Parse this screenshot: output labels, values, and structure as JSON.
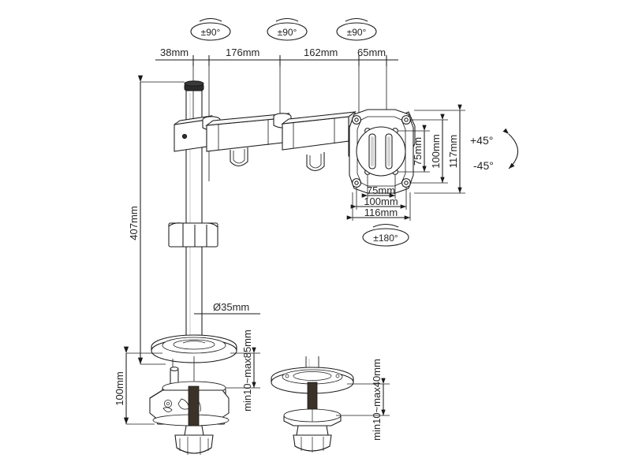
{
  "drawing": {
    "title": "Monitor Arm Mount Dimension Drawing",
    "background_color": "#ffffff",
    "line_color": "#1a1a1a",
    "units": "mm"
  },
  "top_dimensions": {
    "labels": [
      {
        "id": "d38",
        "text": "38mm"
      },
      {
        "id": "d176",
        "text": "176mm"
      },
      {
        "id": "d162",
        "text": "162mm"
      },
      {
        "id": "d65",
        "text": "65mm"
      }
    ]
  },
  "rotation_badges": [
    {
      "id": "badge-pole",
      "text": "±90°"
    },
    {
      "id": "badge-elbow",
      "text": "±90°"
    },
    {
      "id": "badge-wrist",
      "text": "±90°"
    },
    {
      "id": "badge-plate",
      "text": "±180°"
    }
  ],
  "tilt": {
    "positive": "+45°",
    "negative": "-45°"
  },
  "vesa": {
    "vertical": [
      {
        "id": "v75",
        "text": "75mm"
      },
      {
        "id": "v100",
        "text": "100mm"
      },
      {
        "id": "v117",
        "text": "117mm"
      }
    ],
    "horizontal": [
      {
        "id": "h75",
        "text": "75mm"
      },
      {
        "id": "h100",
        "text": "100mm"
      },
      {
        "id": "h116",
        "text": "116mm"
      }
    ]
  },
  "pole": {
    "height": "407mm",
    "diameter": "Ø35mm"
  },
  "clamp_mount": {
    "height": "100mm",
    "thickness_range": "min10~max85mm"
  },
  "grommet_mount": {
    "thickness_range": "min10~max40mm"
  }
}
